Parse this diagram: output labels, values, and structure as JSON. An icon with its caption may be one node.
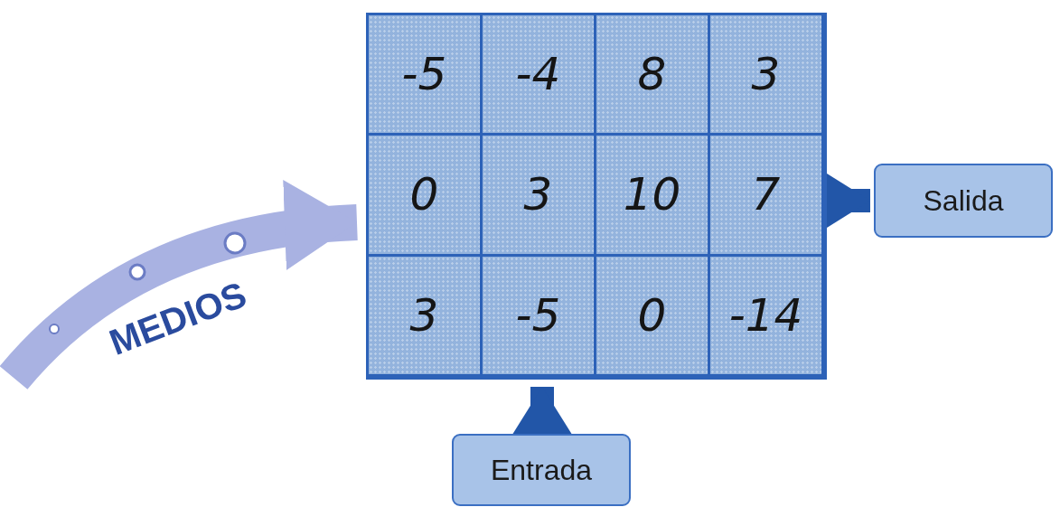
{
  "diagram": {
    "nodes": [
      {
        "text": [],
        "shape": "box"
      },
      {
        "text": [
          "-5"
        ],
        "in": 0
      },
      {
        "text": [
          "-4"
        ],
        "in": 0
      },
      {
        "text": [
          "8"
        ],
        "in": 0
      },
      {
        "text": [
          "3"
        ],
        "in": 0
      },
      {
        "text": [
          "0"
        ],
        "in": 0
      },
      {
        "text": [
          "3"
        ],
        "in": 0
      },
      {
        "text": [
          "10"
        ],
        "in": 0
      },
      {
        "text": [
          "7"
        ],
        "in": 0
      },
      {
        "text": [
          "3"
        ],
        "in": 0
      },
      {
        "text": [
          "-5"
        ],
        "in": 0
      },
      {
        "text": [
          "0"
        ],
        "in": 0
      },
      {
        "text": [
          "-14"
        ],
        "in": 0
      },
      {
        "text": [
          "Salida"
        ]
      },
      {
        "text": [
          "Entrada"
        ]
      }
    ],
    "edges": [
      {
        "from": null,
        "to": 0,
        "arrow": "to",
        "label": "MEDIOS",
        "color": "#a9b2e2"
      },
      {
        "from": 0,
        "to": 13,
        "arrow": "to"
      },
      {
        "from": 14,
        "to": 0,
        "arrow": "to"
      }
    ]
  }
}
